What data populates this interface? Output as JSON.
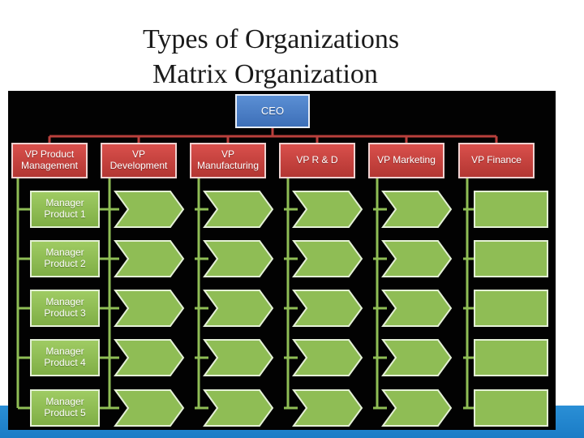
{
  "title_line1": "Types of Organizations",
  "title_line2": "Matrix Organization",
  "org": {
    "ceo": "CEO",
    "vps": [
      {
        "line1": "VP Product",
        "line2": "Management"
      },
      {
        "line1": "VP",
        "line2": "Development"
      },
      {
        "line1": "VP",
        "line2": "Manufacturing"
      },
      {
        "line1": "VP R & D",
        "line2": ""
      },
      {
        "line1": "VP Marketing",
        "line2": ""
      },
      {
        "line1": "VP Finance",
        "line2": ""
      }
    ],
    "managers": [
      {
        "line1": "Manager",
        "line2": "Product 1"
      },
      {
        "line1": "Manager",
        "line2": "Product 2"
      },
      {
        "line1": "Manager",
        "line2": "Product 3"
      },
      {
        "line1": "Manager",
        "line2": "Product 4"
      },
      {
        "line1": "Manager",
        "line2": "Product 5"
      }
    ]
  },
  "colors": {
    "ceo": "#4a7fc6",
    "vp": "#c9423e",
    "manager": "#8fbd55",
    "arrow": "#8fbd55",
    "connector_red": "#b9403c",
    "connector_green": "#8fbd55",
    "panel_bg": "#020202",
    "bottom_bar": "#2186cf"
  }
}
